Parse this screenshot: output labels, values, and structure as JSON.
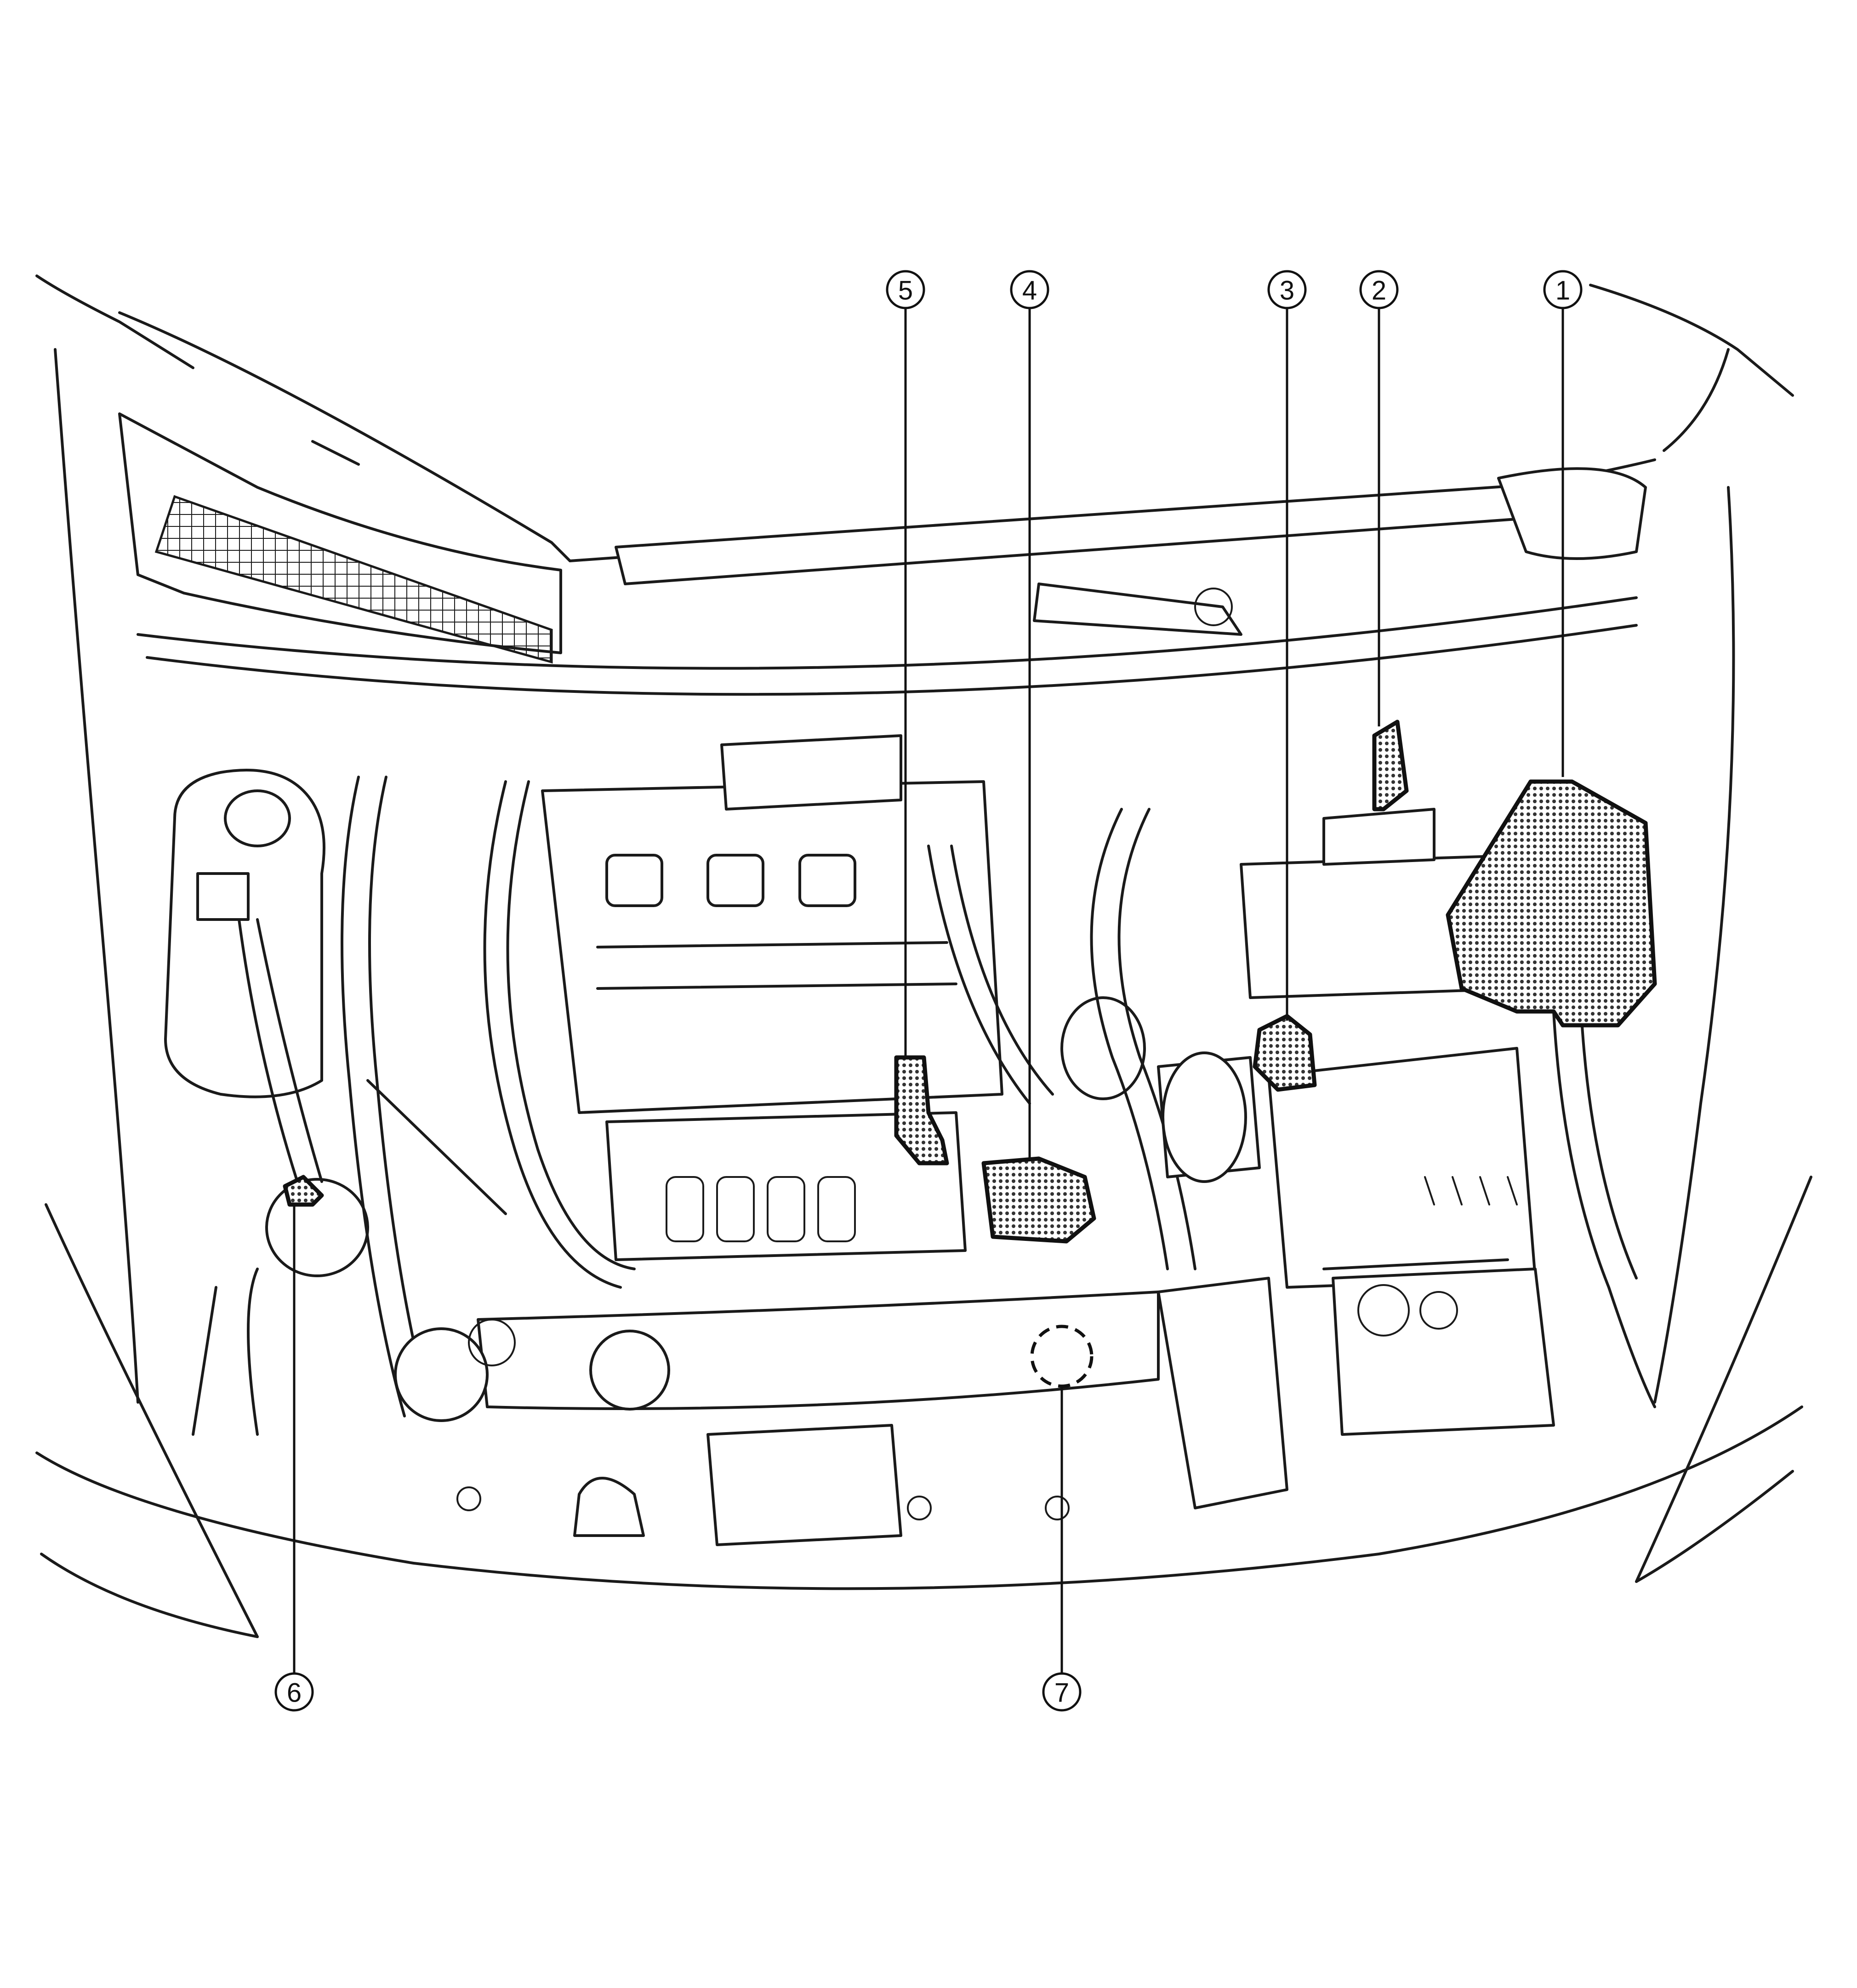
{
  "callouts": [
    {
      "id": "1",
      "label": "1"
    },
    {
      "id": "2",
      "label": "2"
    },
    {
      "id": "3",
      "label": "3"
    },
    {
      "id": "4",
      "label": "4"
    },
    {
      "id": "5",
      "label": "5"
    },
    {
      "id": "6",
      "label": "6"
    },
    {
      "id": "7",
      "label": "7"
    }
  ],
  "colors": {
    "line": "#1a1a1a",
    "background": "#ffffff",
    "highlight_fill": "#6f6f6f"
  }
}
